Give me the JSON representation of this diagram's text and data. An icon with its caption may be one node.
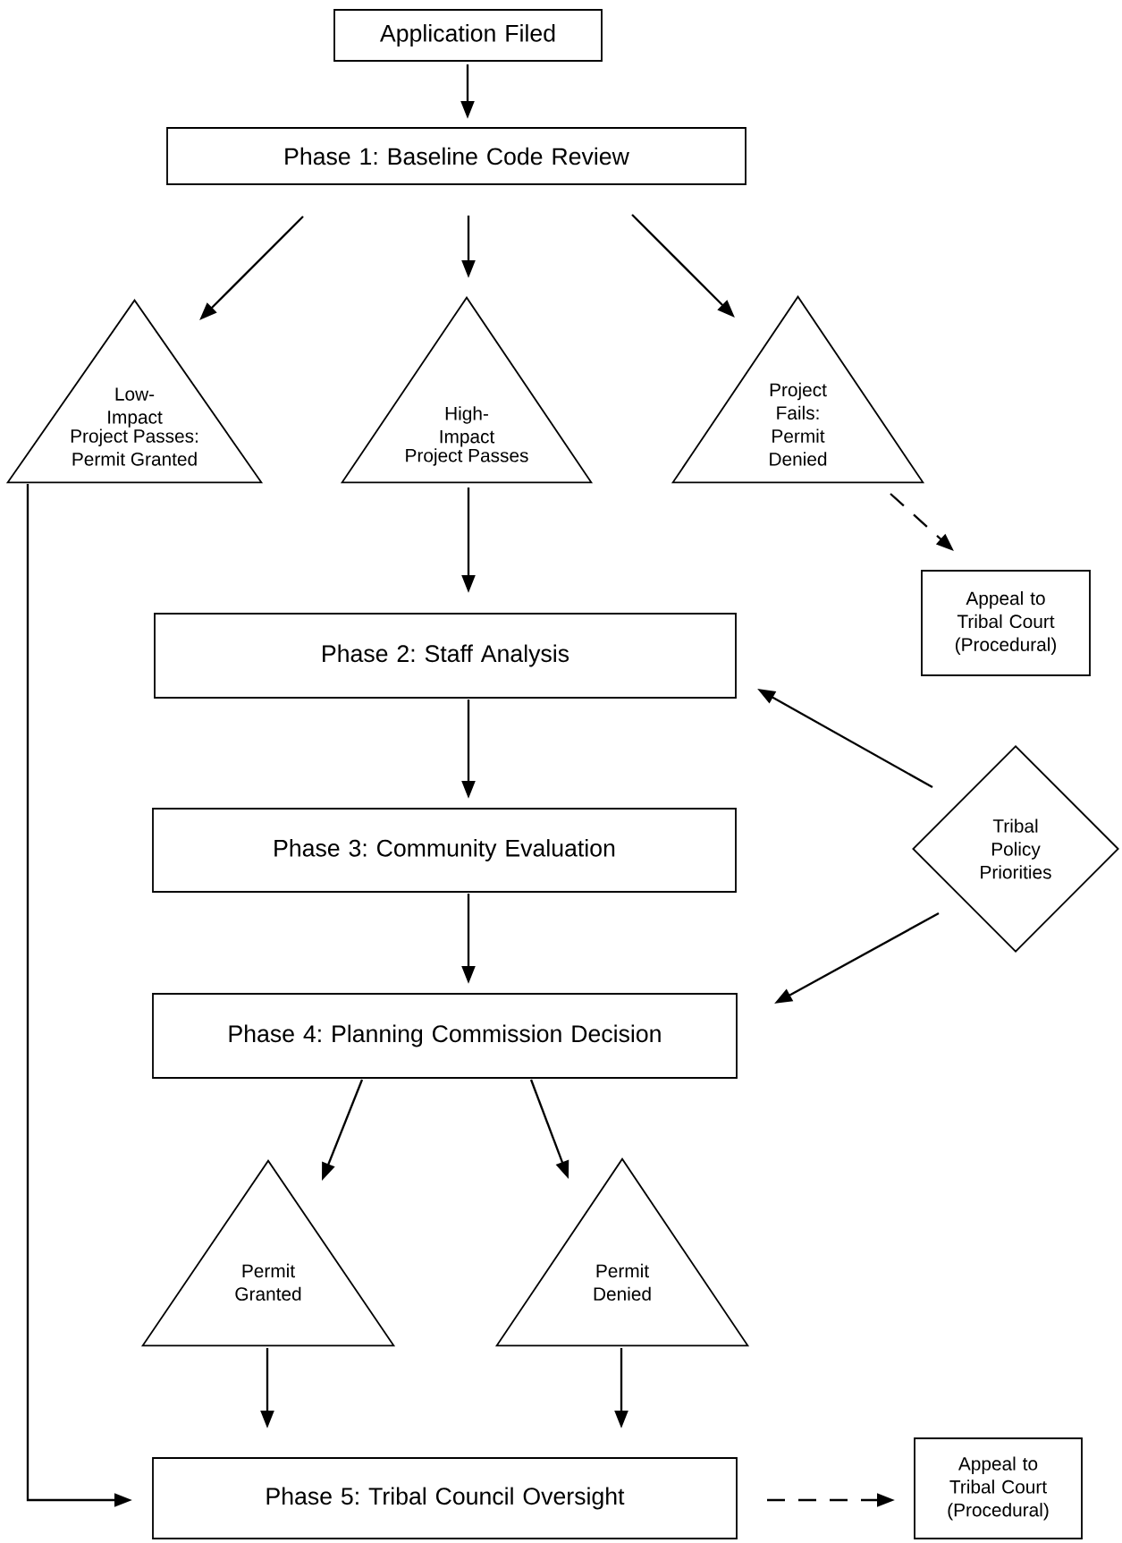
{
  "diagram": {
    "nodes": [
      {
        "text": [
          "Application Filed"
        ]
      },
      {
        "text": [
          "Phase 1: Baseline Code Review"
        ]
      },
      {
        "text": [
          "Low-Impact",
          "Project Passes: Permit Granted"
        ]
      },
      {
        "text": [
          "High-Impact",
          "Project Passes"
        ]
      },
      {
        "text": [
          "Project Fails: Permit Denied"
        ]
      },
      {
        "text": [
          "Appeal to Tribal Court (Procedural)"
        ]
      },
      {
        "text": [
          "Phase 2: Staff Analysis"
        ]
      },
      {
        "text": [
          "Tribal Policy Priorities"
        ]
      },
      {
        "text": [
          "Phase 3: Community Evaluation"
        ]
      },
      {
        "text": [
          "Phase 4: Planning Commission Decision"
        ]
      },
      {
        "text": [
          "Permit Granted"
        ]
      },
      {
        "text": [
          "Permit Denied"
        ]
      },
      {
        "text": [
          "Phase 5: Tribal Council Oversight"
        ]
      },
      {
        "text": [
          "Appeal to Tribal Court (Procedural)"
        ]
      }
    ],
    "edges": [
      {
        "from": 0,
        "to": 1,
        "arrow": "to"
      },
      {
        "from": 1,
        "to": 2,
        "arrow": "to"
      },
      {
        "from": 1,
        "to": 3,
        "arrow": "to"
      },
      {
        "from": 1,
        "to": 4,
        "arrow": "to"
      },
      {
        "from": 4,
        "to": 5,
        "arrow": "to",
        "style": "dashed"
      },
      {
        "from": 3,
        "to": 6,
        "arrow": "to"
      },
      {
        "from": 7,
        "to": 6,
        "arrow": "to"
      },
      {
        "from": 6,
        "to": 8,
        "arrow": "to"
      },
      {
        "from": 8,
        "to": 9,
        "arrow": "to"
      },
      {
        "from": 7,
        "to": 9,
        "arrow": "to"
      },
      {
        "from": 9,
        "to": 10,
        "arrow": "to"
      },
      {
        "from": 9,
        "to": 11,
        "arrow": "to"
      },
      {
        "from": 10,
        "to": 12,
        "arrow": "to"
      },
      {
        "from": 11,
        "to": 12,
        "arrow": "to"
      },
      {
        "from": 2,
        "to": 12,
        "arrow": "to"
      },
      {
        "from": 12,
        "to": 13,
        "arrow": "to",
        "style": "dashed"
      }
    ]
  }
}
